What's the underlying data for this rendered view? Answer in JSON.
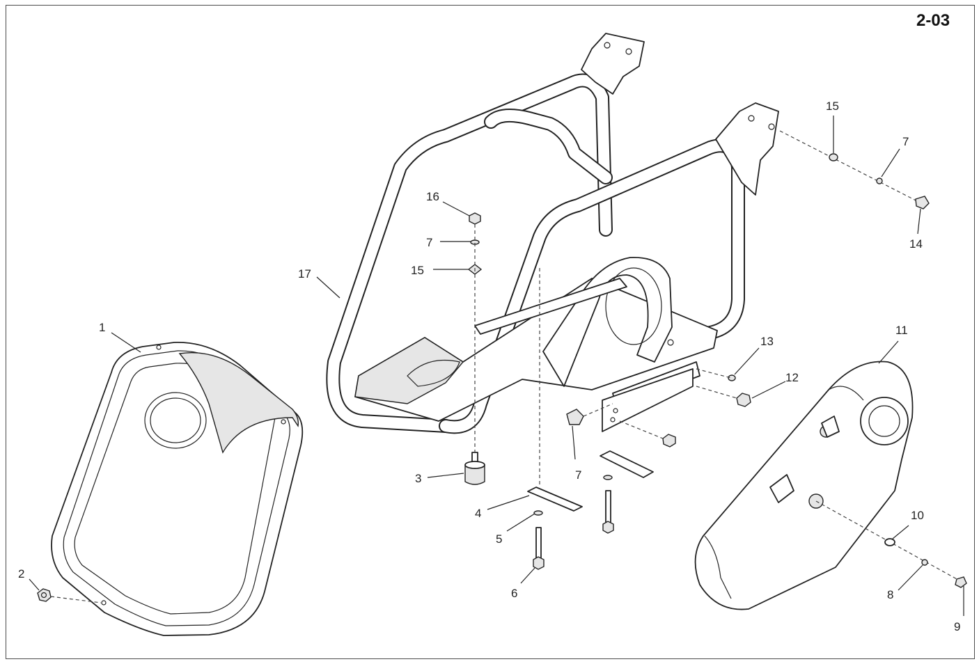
{
  "page_number": "2-03",
  "callouts": [
    {
      "id": "c1",
      "text": "1"
    },
    {
      "id": "c2",
      "text": "2"
    },
    {
      "id": "c3",
      "text": "3"
    },
    {
      "id": "c4",
      "text": "4"
    },
    {
      "id": "c5",
      "text": "5"
    },
    {
      "id": "c6",
      "text": "6"
    },
    {
      "id": "c7a",
      "text": "7"
    },
    {
      "id": "c7b",
      "text": "7"
    },
    {
      "id": "c7c",
      "text": "7"
    },
    {
      "id": "c8",
      "text": "8"
    },
    {
      "id": "c9",
      "text": "9"
    },
    {
      "id": "c10",
      "text": "10"
    },
    {
      "id": "c11",
      "text": "11"
    },
    {
      "id": "c12",
      "text": "12"
    },
    {
      "id": "c13",
      "text": "13"
    },
    {
      "id": "c14",
      "text": "14"
    },
    {
      "id": "c15a",
      "text": "15"
    },
    {
      "id": "c15b",
      "text": "15"
    },
    {
      "id": "c16",
      "text": "16"
    },
    {
      "id": "c17",
      "text": "17"
    }
  ]
}
